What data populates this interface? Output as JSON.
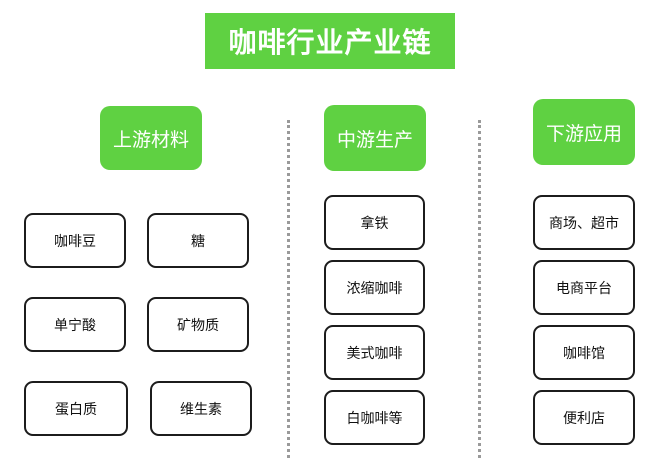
{
  "title": "咖啡行业产业链",
  "columns": [
    {
      "header": "上游材料",
      "items": [
        "咖啡豆",
        "糖",
        "单宁酸",
        "矿物质",
        "蛋白质",
        "维生素"
      ]
    },
    {
      "header": "中游生产",
      "items": [
        "拿铁",
        "浓缩咖啡",
        "美式咖啡",
        "白咖啡等"
      ]
    },
    {
      "header": "下游应用",
      "items": [
        "商场、超市",
        "电商平台",
        "咖啡馆",
        "便利店"
      ]
    }
  ],
  "colors": {
    "accent": "#5fd142",
    "border": "#1c1c1c",
    "divider": "#9a9a9a"
  }
}
